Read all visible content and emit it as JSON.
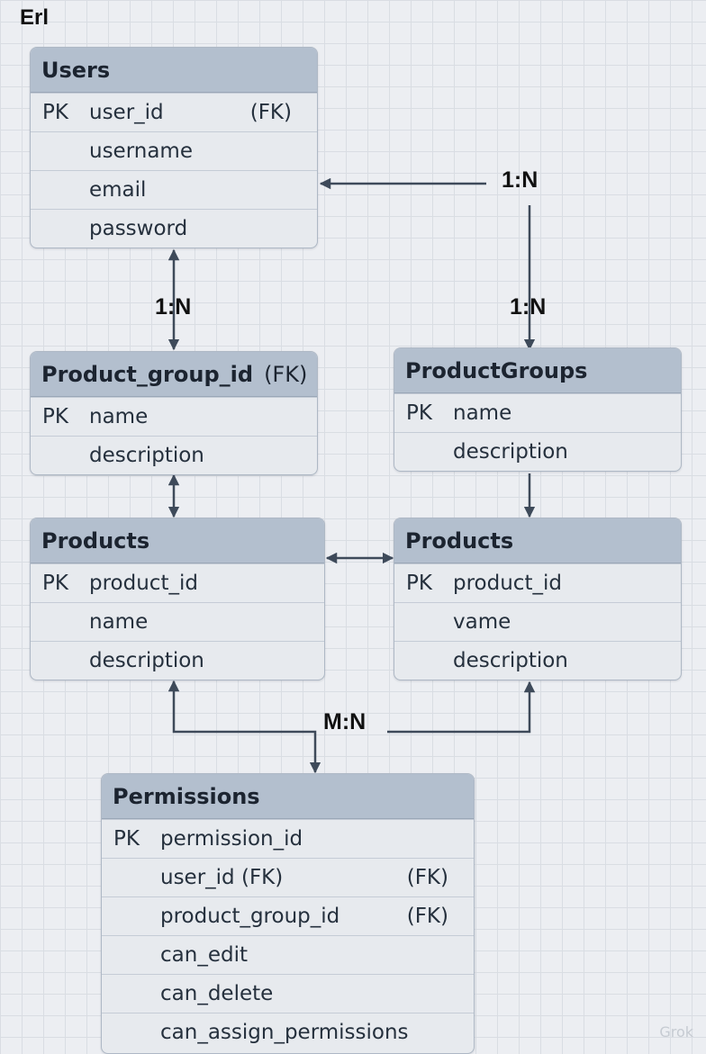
{
  "title": "Erl",
  "entities": {
    "users": {
      "header": "Users",
      "rows": [
        {
          "pk": "PK",
          "field": "user_id",
          "fk": "(FK)"
        },
        {
          "pk": "",
          "field": "username",
          "fk": ""
        },
        {
          "pk": "",
          "field": "email",
          "fk": ""
        },
        {
          "pk": "",
          "field": "password",
          "fk": ""
        }
      ]
    },
    "product_group_id": {
      "header": "Product_group_id",
      "header_note": "(FK)",
      "rows": [
        {
          "pk": "PK",
          "field": "name",
          "fk": ""
        },
        {
          "pk": "",
          "field": "description",
          "fk": ""
        }
      ]
    },
    "product_groups": {
      "header": "ProductGroups",
      "rows": [
        {
          "pk": "PK",
          "field": "name",
          "fk": ""
        },
        {
          "pk": "",
          "field": "description",
          "fk": ""
        }
      ]
    },
    "products_left": {
      "header": "Products",
      "rows": [
        {
          "pk": "PK",
          "field": "product_id",
          "fk": ""
        },
        {
          "pk": "",
          "field": "name",
          "fk": ""
        },
        {
          "pk": "",
          "field": "description",
          "fk": ""
        }
      ]
    },
    "products_right": {
      "header": "Products",
      "rows": [
        {
          "pk": "PK",
          "field": "product_id",
          "fk": ""
        },
        {
          "pk": "",
          "field": "vame",
          "fk": ""
        },
        {
          "pk": "",
          "field": "description",
          "fk": ""
        }
      ]
    },
    "permissions": {
      "header": "Permissions",
      "rows": [
        {
          "pk": "PK",
          "field": "permission_id",
          "fk": ""
        },
        {
          "pk": "",
          "field": "user_id (FK)",
          "fk": "(FK)"
        },
        {
          "pk": "",
          "field": "product_group_id",
          "fk": "(FK)"
        },
        {
          "pk": "",
          "field": "can_edit",
          "fk": ""
        },
        {
          "pk": "",
          "field": "can_delete",
          "fk": ""
        },
        {
          "pk": "",
          "field": "can_assign_permissions",
          "fk": ""
        }
      ]
    }
  },
  "relationships": {
    "users_to_productgroups_top": "1:N",
    "users_to_product_group_id": "1:N",
    "users_to_productgroups_bottom": "1:N",
    "products_to_permissions": "M:N"
  },
  "watermark": "Grok",
  "colors": {
    "header": "#b3bfce",
    "body": "#e7eaee",
    "connector": "#3e4a5a"
  }
}
